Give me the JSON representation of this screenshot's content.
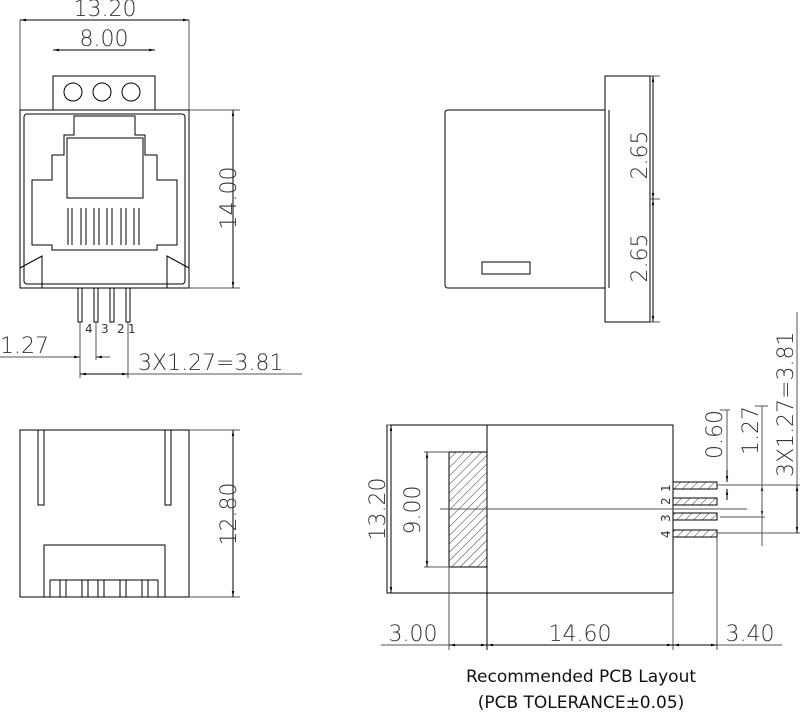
{
  "front_view": {
    "width_dim": "13.20",
    "tab_dim": "8.00",
    "height_dim": "14.00",
    "pin_labels": [
      "4",
      "3",
      "2",
      "1"
    ],
    "pitch_dim": "1.27",
    "span_dim": "3X1.27=3.81"
  },
  "side_view": {
    "upper_dim": "2.65",
    "lower_dim": "2.65"
  },
  "bottom_view": {
    "height_dim": "12.80"
  },
  "pcb_layout": {
    "height_dim": "13.20",
    "slot_dim": "9.00",
    "pad_width_dim": "0.60",
    "pad_pitch_dim": "1.27",
    "pad_span_dim": "3X1.27=3.81",
    "left_dim": "3.00",
    "body_dim": "14.60",
    "right_dim": "3.40",
    "pad_labels": [
      "1",
      "2",
      "3",
      "4"
    ],
    "caption_line1": "Recommended PCB Layout",
    "caption_line2": "(PCB TOLERANCE±0.05)"
  }
}
